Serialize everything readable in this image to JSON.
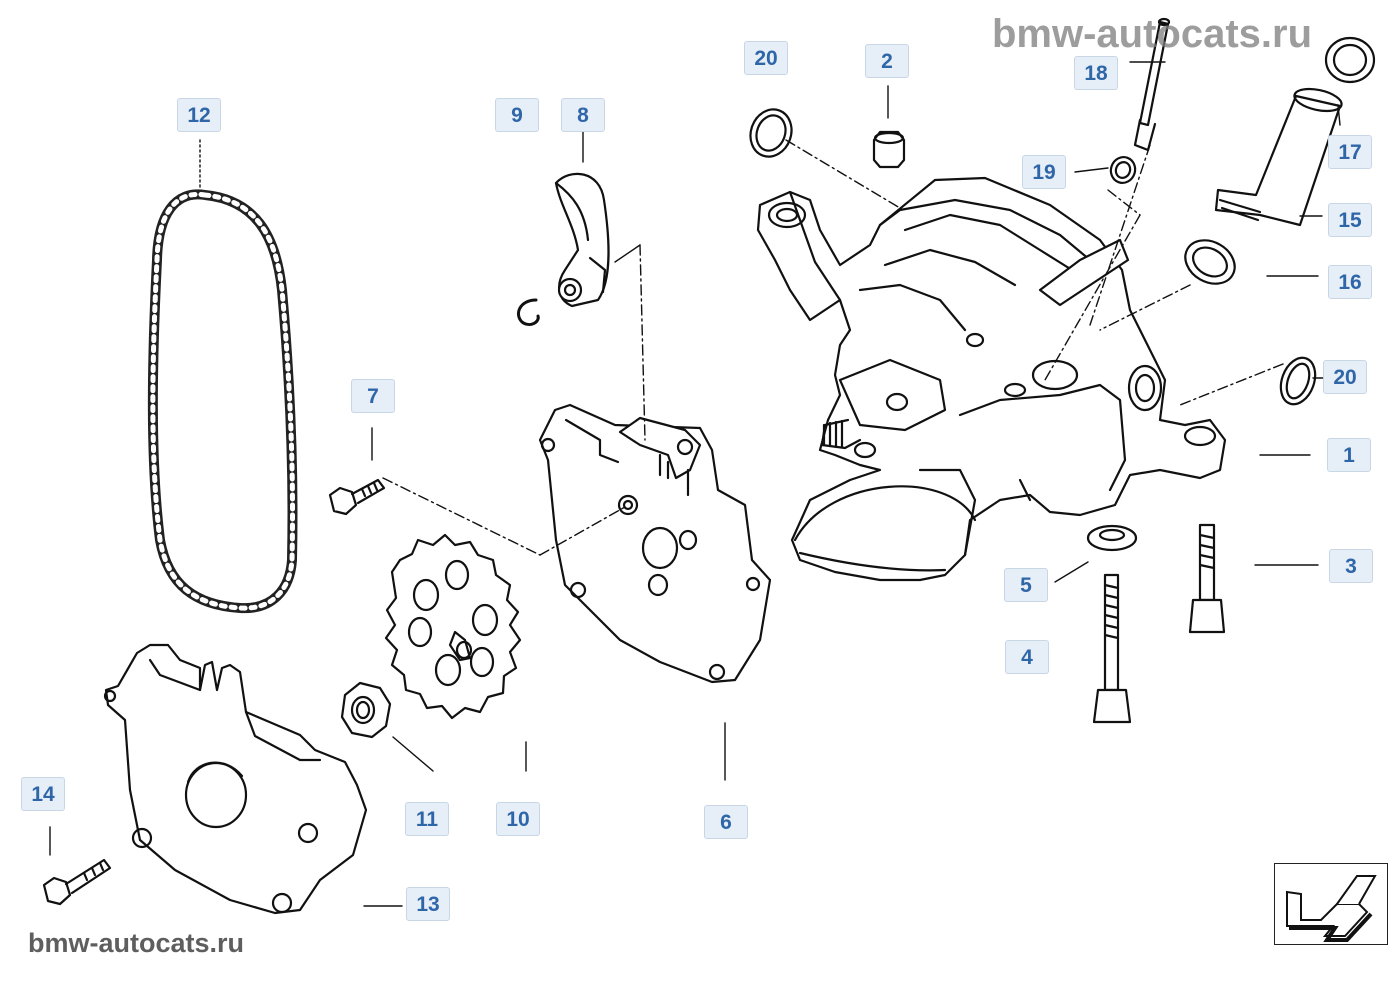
{
  "watermark": {
    "top": "bmw-autocats.ru",
    "bottom": "bmw-autocats.ru"
  },
  "callouts": [
    {
      "id": "c1",
      "label": "1"
    },
    {
      "id": "c2",
      "label": "2"
    },
    {
      "id": "c3",
      "label": "3"
    },
    {
      "id": "c4",
      "label": "4"
    },
    {
      "id": "c5",
      "label": "5"
    },
    {
      "id": "c6",
      "label": "6"
    },
    {
      "id": "c7",
      "label": "7"
    },
    {
      "id": "c8",
      "label": "8"
    },
    {
      "id": "c9",
      "label": "9"
    },
    {
      "id": "c10",
      "label": "10"
    },
    {
      "id": "c11",
      "label": "11"
    },
    {
      "id": "c12",
      "label": "12"
    },
    {
      "id": "c13",
      "label": "13"
    },
    {
      "id": "c14",
      "label": "14"
    },
    {
      "id": "c15",
      "label": "15"
    },
    {
      "id": "c16",
      "label": "16"
    },
    {
      "id": "c17",
      "label": "17"
    },
    {
      "id": "c18",
      "label": "18"
    },
    {
      "id": "c19",
      "label": "19"
    },
    {
      "id": "c20a",
      "label": "20"
    },
    {
      "id": "c20b",
      "label": "20"
    }
  ],
  "colors": {
    "callout_bg": "#e6eef7",
    "callout_text": "#2f66a8",
    "watermark": "#7d7d7d",
    "line": "#111111"
  },
  "icons": {
    "nav": "arrow-back-down-left-icon"
  }
}
